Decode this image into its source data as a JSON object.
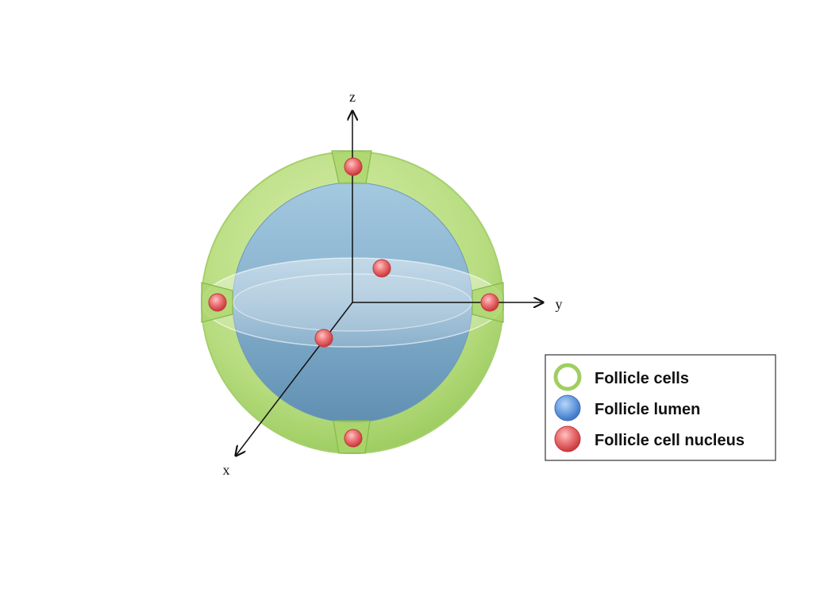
{
  "axes": {
    "x_label": "x",
    "y_label": "y",
    "z_label": "z"
  },
  "legend": {
    "items": [
      {
        "label": "Follicle cells",
        "icon": "green-ring-icon",
        "color": "#a9d46a"
      },
      {
        "label": "Follicle lumen",
        "icon": "blue-circle-icon",
        "color": "#5b93d8"
      },
      {
        "label": "Follicle cell nucleus",
        "icon": "red-circle-icon",
        "color": "#e86466"
      }
    ]
  },
  "colors": {
    "follicle_cells": "#b5dc7e",
    "follicle_cells_edge": "#8cbc4c",
    "follicle_lumen": "#7fa9c5",
    "nucleus": "#e4595c",
    "axis": "#111111"
  }
}
